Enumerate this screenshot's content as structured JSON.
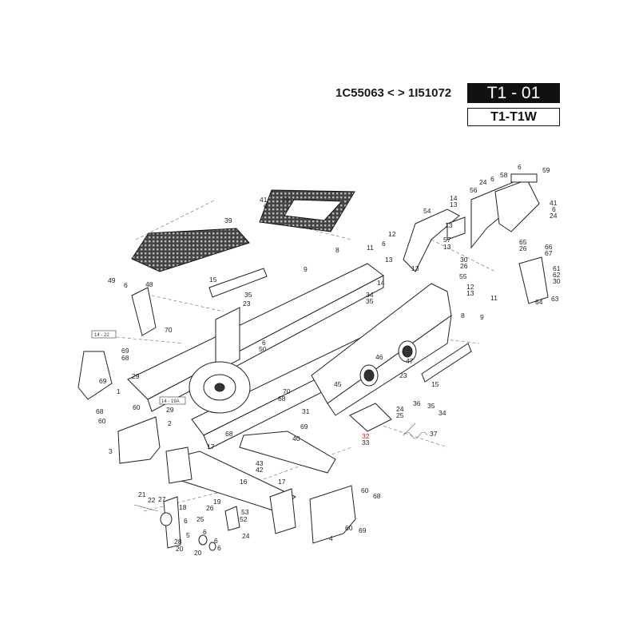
{
  "header": {
    "serial_range": "1C55063 < > 1I51072",
    "page_code": "T1 - 01",
    "model": "T1-T1W"
  },
  "refs": {
    "ref_14_22": "14 - 22",
    "ref_14_19a": "14 - 19A"
  },
  "labels": [
    {
      "text": "6"
    },
    {
      "text": "59"
    },
    {
      "text": "58"
    },
    {
      "text": "24"
    },
    {
      "text": "6"
    },
    {
      "text": "56"
    },
    {
      "text": "14"
    },
    {
      "text": "13"
    },
    {
      "text": "41"
    },
    {
      "text": "6"
    },
    {
      "text": "24"
    },
    {
      "text": "41"
    },
    {
      "text": "6"
    },
    {
      "text": "39"
    },
    {
      "text": "54"
    },
    {
      "text": "13"
    },
    {
      "text": "39"
    },
    {
      "text": "12"
    },
    {
      "text": "11"
    },
    {
      "text": "6"
    },
    {
      "text": "57"
    },
    {
      "text": "13"
    },
    {
      "text": "65"
    },
    {
      "text": "26"
    },
    {
      "text": "66"
    },
    {
      "text": "67"
    },
    {
      "text": "8"
    },
    {
      "text": "13"
    },
    {
      "text": "30"
    },
    {
      "text": "26"
    },
    {
      "text": "9"
    },
    {
      "text": "13"
    },
    {
      "text": "14"
    },
    {
      "text": "55"
    },
    {
      "text": "12"
    },
    {
      "text": "13"
    },
    {
      "text": "61"
    },
    {
      "text": "62"
    },
    {
      "text": "30"
    },
    {
      "text": "15"
    },
    {
      "text": "48"
    },
    {
      "text": "49"
    },
    {
      "text": "6"
    },
    {
      "text": "35"
    },
    {
      "text": "23"
    },
    {
      "text": "34"
    },
    {
      "text": "35"
    },
    {
      "text": "11"
    },
    {
      "text": "64"
    },
    {
      "text": "63"
    },
    {
      "text": "8"
    },
    {
      "text": "9"
    },
    {
      "text": "70"
    },
    {
      "text": "69"
    },
    {
      "text": "68"
    },
    {
      "text": "6"
    },
    {
      "text": "50"
    },
    {
      "text": "46"
    },
    {
      "text": "47"
    },
    {
      "text": "23"
    },
    {
      "text": "15"
    },
    {
      "text": "29"
    },
    {
      "text": "1"
    },
    {
      "text": "45"
    },
    {
      "text": "69"
    },
    {
      "text": "68"
    },
    {
      "text": "60"
    },
    {
      "text": "29"
    },
    {
      "text": "70"
    },
    {
      "text": "68"
    },
    {
      "text": "31"
    },
    {
      "text": "69"
    },
    {
      "text": "36"
    },
    {
      "text": "35"
    },
    {
      "text": "24"
    },
    {
      "text": "25"
    },
    {
      "text": "34"
    },
    {
      "text": "60"
    },
    {
      "text": "2"
    },
    {
      "text": "37"
    },
    {
      "text": "32"
    },
    {
      "text": "33"
    },
    {
      "text": "68"
    },
    {
      "text": "40"
    },
    {
      "text": "3"
    },
    {
      "text": "17"
    },
    {
      "text": "43"
    },
    {
      "text": "42"
    },
    {
      "text": "16"
    },
    {
      "text": "17"
    },
    {
      "text": "60"
    },
    {
      "text": "68"
    },
    {
      "text": "21"
    },
    {
      "text": "22"
    },
    {
      "text": "27"
    },
    {
      "text": "18"
    },
    {
      "text": "19"
    },
    {
      "text": "26"
    },
    {
      "text": "53"
    },
    {
      "text": "6"
    },
    {
      "text": "25"
    },
    {
      "text": "52"
    },
    {
      "text": "6"
    },
    {
      "text": "5"
    },
    {
      "text": "60"
    },
    {
      "text": "69"
    },
    {
      "text": "28"
    },
    {
      "text": "20"
    },
    {
      "text": "24"
    },
    {
      "text": "6"
    },
    {
      "text": "20"
    },
    {
      "text": "4"
    },
    {
      "text": "6"
    }
  ]
}
